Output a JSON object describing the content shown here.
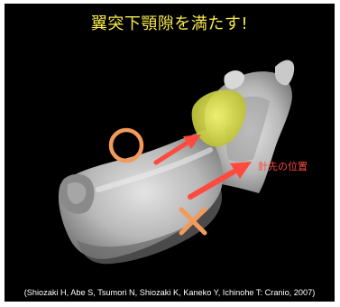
{
  "headline": "翼突下顎隙を満たす!",
  "needle_label": "針先の位置",
  "citation": "(Shiozaki H, Abe S, Tsumori N, Shiozaki K, Kaneko Y, Ichinohe T: Cranio, 2007)",
  "colors": {
    "background": "#000000",
    "headline": "#f7e94c",
    "arrow": "#ff4a3d",
    "circle_mark": "#f29a5a",
    "cross_mark": "#f29a5a",
    "filled_region": "#e3e84f",
    "bone": "#b9b9b9",
    "citation": "#ffffff"
  },
  "marks": {
    "circle_mark": "correct",
    "cross_mark": "incorrect"
  }
}
